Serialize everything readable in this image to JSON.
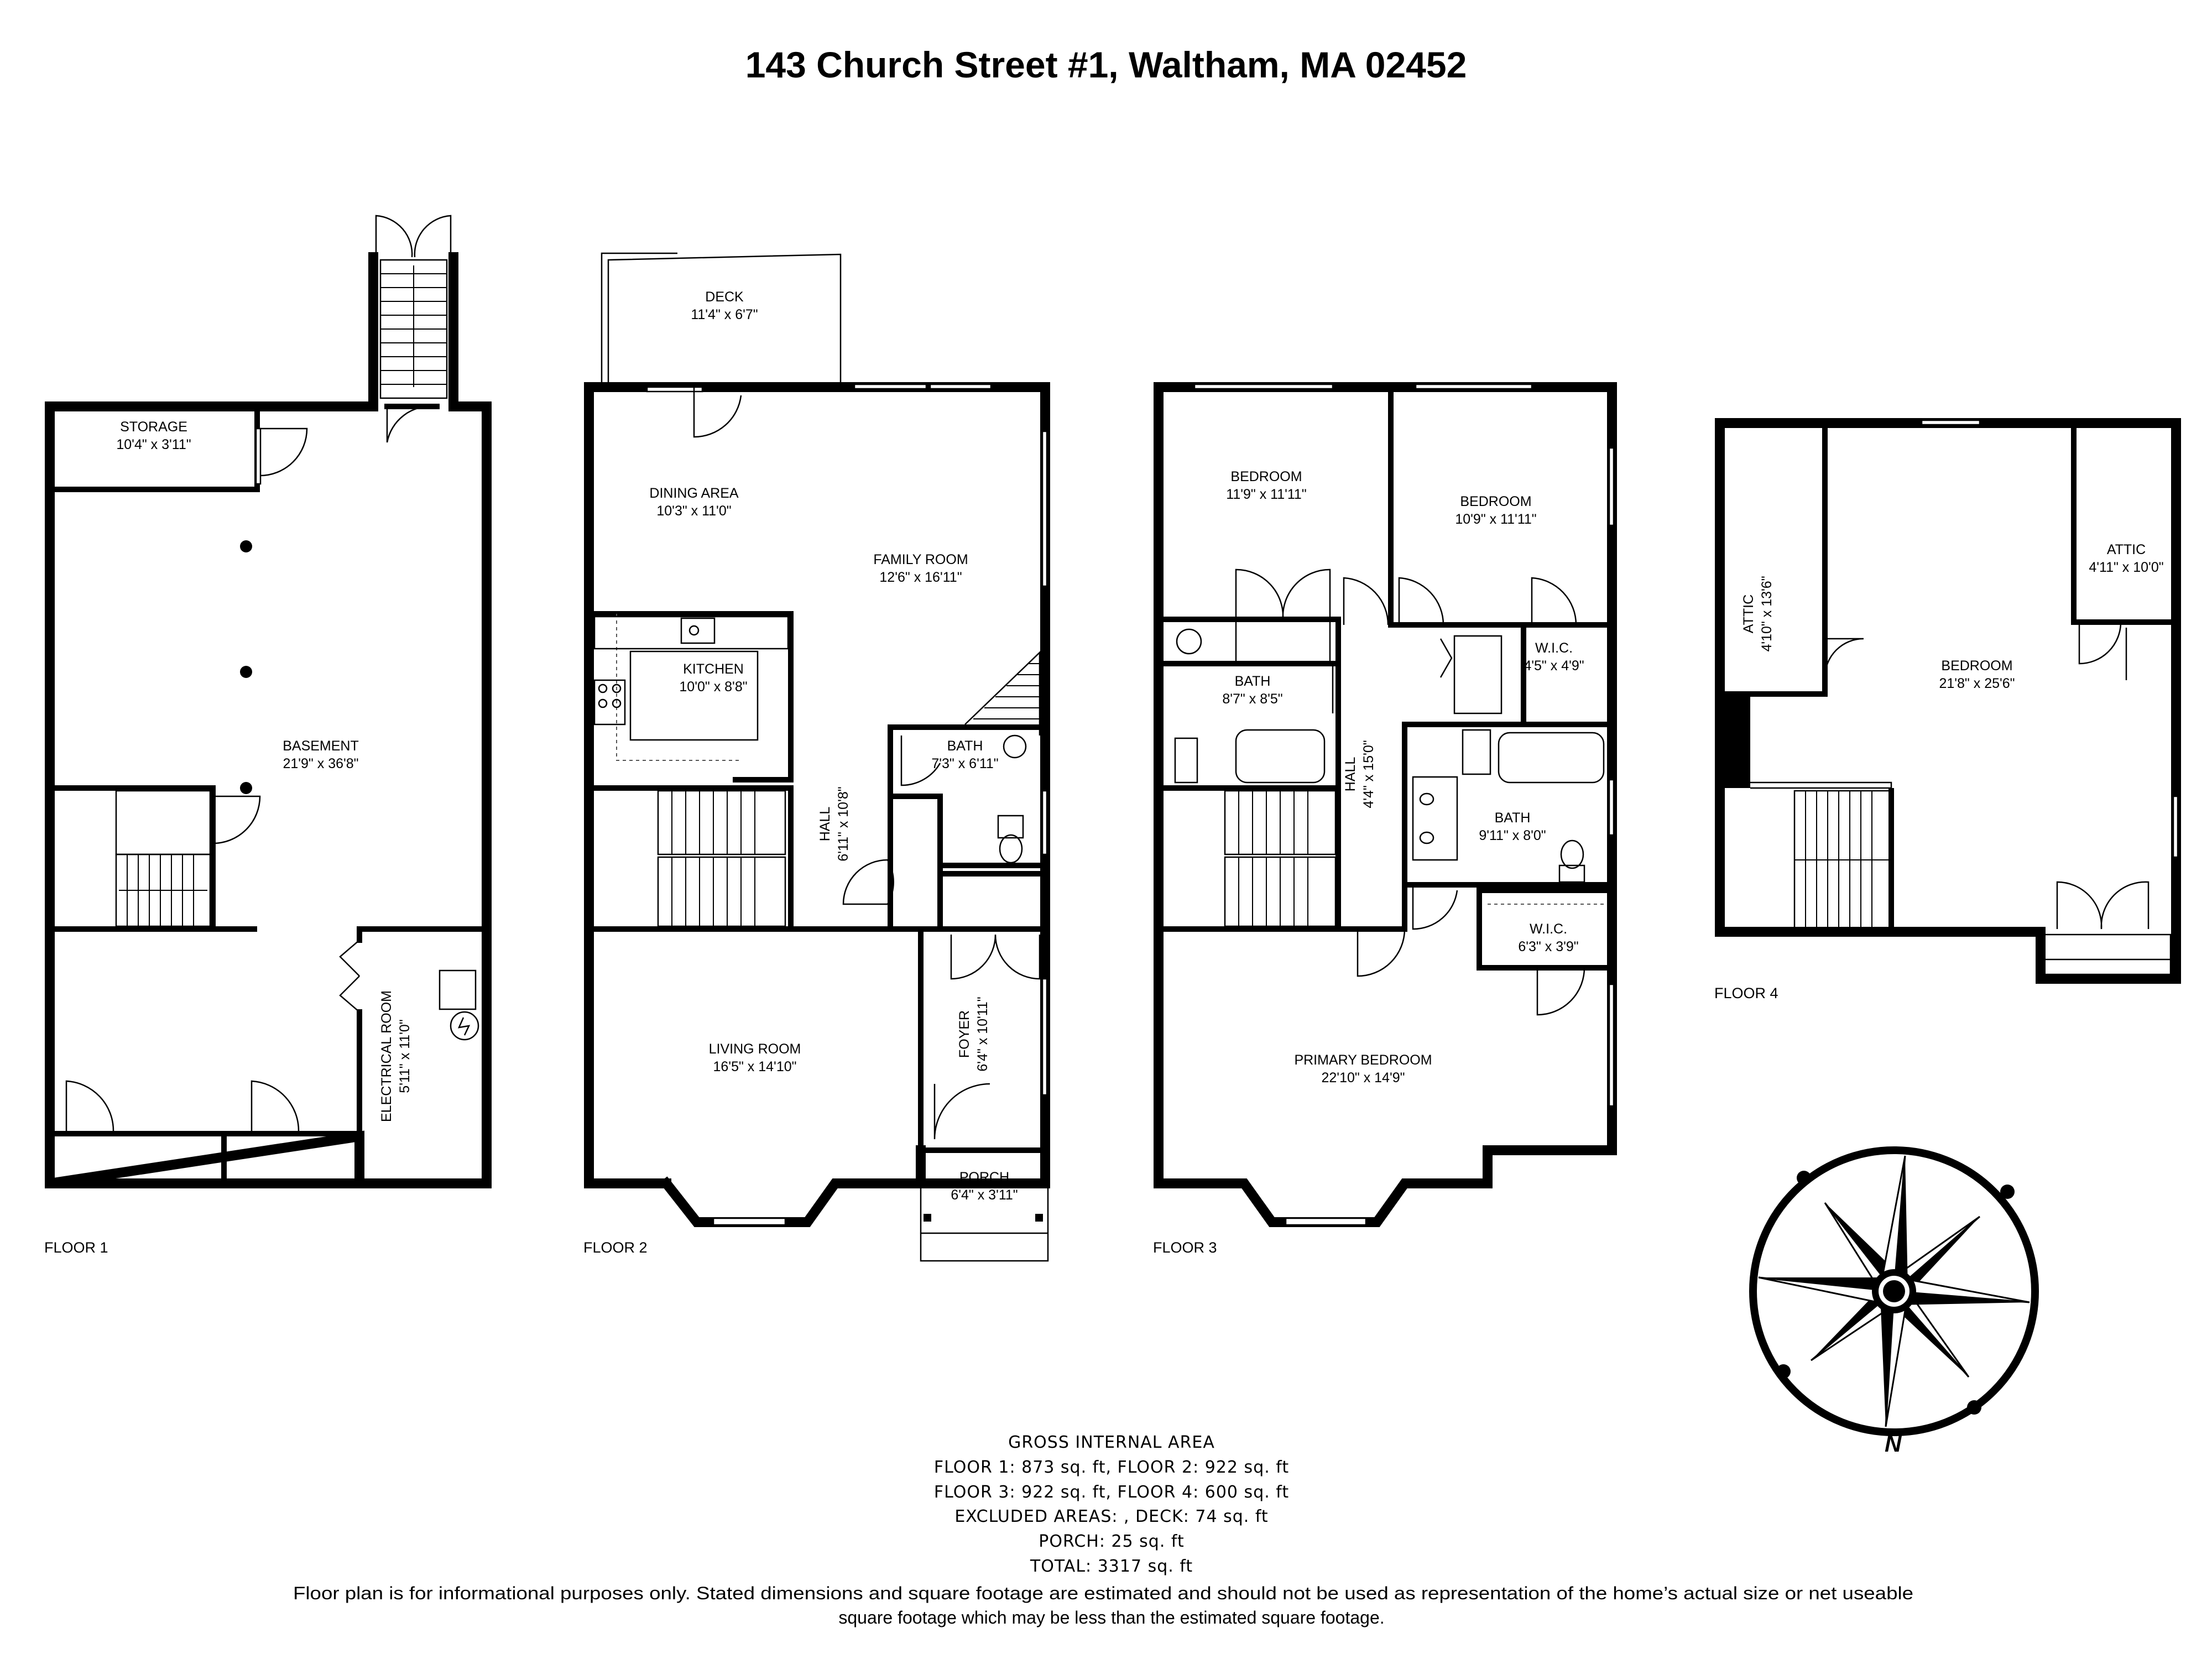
{
  "title": "143 Church Street #1, Waltham, MA 02452",
  "floors": [
    {
      "label": "FLOOR 1",
      "rooms": [
        {
          "name": "STORAGE",
          "dim": "10'4\" x 3'11\""
        },
        {
          "name": "BASEMENT",
          "dim": "21'9\" x 36'8\""
        },
        {
          "name": "ELECTRICAL ROOM",
          "dim": "5'11\" x 11'0\""
        }
      ]
    },
    {
      "label": "FLOOR 2",
      "rooms": [
        {
          "name": "DECK",
          "dim": "11'4\" x 6'7\""
        },
        {
          "name": "DINING AREA",
          "dim": "10'3\" x 11'0\""
        },
        {
          "name": "FAMILY ROOM",
          "dim": "12'6\" x 16'11\""
        },
        {
          "name": "KITCHEN",
          "dim": "10'0\" x 8'8\""
        },
        {
          "name": "BATH",
          "dim": "7'3\" x 6'11\""
        },
        {
          "name": "HALL",
          "dim": "6'11\" x 10'8\""
        },
        {
          "name": "LIVING ROOM",
          "dim": "16'5\" x 14'10\""
        },
        {
          "name": "FOYER",
          "dim": "6'4\" x 10'11\""
        },
        {
          "name": "PORCH",
          "dim": "6'4\" x 3'11\""
        }
      ]
    },
    {
      "label": "FLOOR 3",
      "rooms": [
        {
          "name": "BEDROOM",
          "dim": "11'9\" x 11'11\""
        },
        {
          "name": "BEDROOM",
          "dim": "10'9\" x 11'11\""
        },
        {
          "name": "W.I.C.",
          "dim": "4'5\" x 4'9\""
        },
        {
          "name": "BATH",
          "dim": "8'7\" x 8'5\""
        },
        {
          "name": "HALL",
          "dim": "4'4\" x 15'0\""
        },
        {
          "name": "BATH",
          "dim": "9'11\" x 8'0\""
        },
        {
          "name": "W.I.C.",
          "dim": "6'3\" x 3'9\""
        },
        {
          "name": "PRIMARY BEDROOM",
          "dim": "22'10\" x 14'9\""
        }
      ]
    },
    {
      "label": "FLOOR 4",
      "rooms": [
        {
          "name": "ATTIC",
          "dim": "4'10\" x 13'6\""
        },
        {
          "name": "ATTIC",
          "dim": "4'11\" x 10'0\""
        },
        {
          "name": "BEDROOM",
          "dim": "21'8\" x 25'6\""
        }
      ]
    }
  ],
  "area_summary": {
    "heading": "GROSS INTERNAL AREA",
    "lines": [
      "FLOOR 1: 873 sq. ft, FLOOR 2: 922 sq. ft",
      "FLOOR 3: 922 sq. ft, FLOOR 4: 600 sq. ft",
      "EXCLUDED AREAS: , DECK: 74 sq. ft",
      "PORCH: 25 sq. ft",
      "TOTAL: 3317 sq. ft"
    ]
  },
  "disclaimer": [
    "Floor plan is for informational purposes only. Stated dimensions and square footage are estimated and should not be used as representation of the home’s actual size or net useable",
    "square footage which may be less than the estimated square footage."
  ],
  "compass": {
    "north_label": "N",
    "icon": "compass-rose-icon"
  }
}
